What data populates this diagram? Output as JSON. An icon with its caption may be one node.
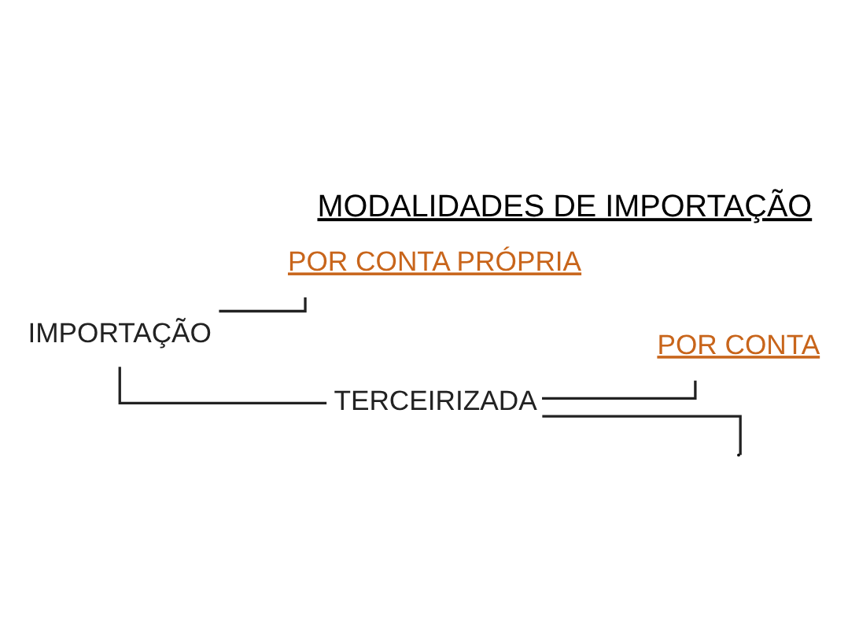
{
  "diagram": {
    "title": "MODALIDADES DE IMPORTAÇÃO",
    "nodes": [
      {
        "text": [
          "IMPORTAÇÃO"
        ]
      },
      {
        "text": [
          "POR CONTA PRÓPRIA"
        ]
      },
      {
        "text": [
          "TERCEIRIZADA"
        ]
      },
      {
        "text": [
          "POR CONTA"
        ]
      }
    ],
    "edges": [
      {
        "from": 0,
        "to": 1,
        "arrow": "none"
      },
      {
        "from": 0,
        "to": 2,
        "arrow": "none"
      },
      {
        "from": 2,
        "to": 3,
        "arrow": "none"
      },
      {
        "from": 2,
        "to": null,
        "arrow": "none"
      }
    ]
  }
}
